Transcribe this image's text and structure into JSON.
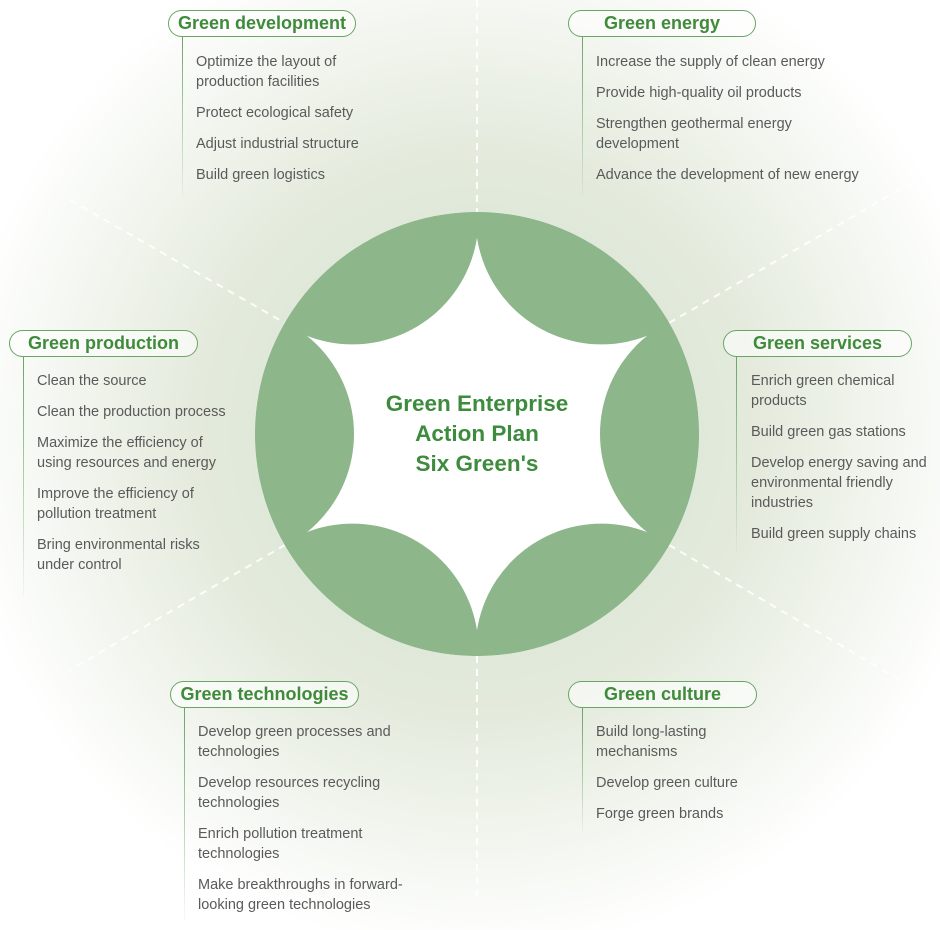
{
  "center": {
    "line1": "Green Enterprise",
    "line2": "Action Plan",
    "line3": "Six Green's"
  },
  "colors": {
    "accent": "#3f8a3b",
    "petal": "#8db68a",
    "background_tint": "#dde5d6",
    "item_text": "#5a5a5a"
  },
  "groups": {
    "development": {
      "title": "Green development",
      "items": [
        "Optimize the layout of production facilities",
        "Protect ecological safety",
        "Adjust industrial structure",
        "Build green logistics"
      ]
    },
    "energy": {
      "title": "Green energy",
      "items": [
        "Increase the supply of clean energy",
        "Provide high-quality oil products",
        "Strengthen geothermal energy development",
        "Advance the development of new energy"
      ]
    },
    "production": {
      "title": "Green production",
      "items": [
        "Clean the source",
        "Clean the production process",
        "Maximize the efficiency of using resources and energy",
        "Improve the efficiency of pollution treatment",
        "Bring environmental risks under control"
      ]
    },
    "services": {
      "title": "Green services",
      "items": [
        "Enrich green chemical products",
        "Build green gas stations",
        "Develop energy saving and environmental friendly industries",
        "Build green supply chains"
      ]
    },
    "technologies": {
      "title": "Green technologies",
      "items": [
        "Develop green processes and technologies",
        "Develop resources recycling technologies",
        "Enrich pollution treatment technologies",
        "Make breakthroughs in forward-looking green technologies"
      ]
    },
    "culture": {
      "title": "Green culture",
      "items": [
        "Build long-lasting mechanisms",
        "Develop green culture",
        "Forge green brands"
      ]
    }
  }
}
